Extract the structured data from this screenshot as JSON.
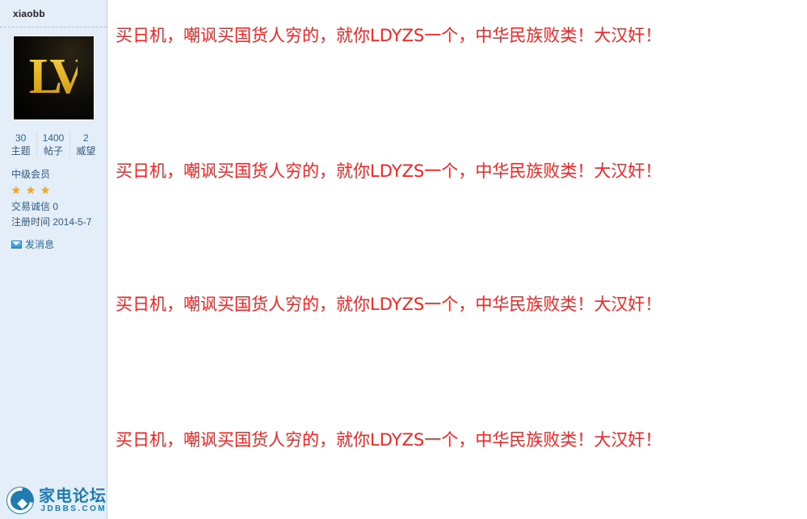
{
  "author": {
    "username": "xiaobb",
    "avatar_alt": "louis-vuitton-lv-monogram",
    "avatar_text": "LV",
    "stats": [
      {
        "value": "30",
        "label": "主题"
      },
      {
        "value": "1400",
        "label": "帖子"
      },
      {
        "value": "2",
        "label": "威望"
      }
    ],
    "rank": "中级会员",
    "stars": 3,
    "star_glyph": "★",
    "credit_label": "交易诚信",
    "credit_value": "0",
    "register_label": "注册时间",
    "register_value": "2014-5-7",
    "message_link": "发消息"
  },
  "post": {
    "lines": [
      "买日机，嘲讽买国货人穷的，就你LDYZS一个，中华民族败类！大汉奸！",
      "买日机，嘲讽买国货人穷的，就你LDYZS一个，中华民族败类！大汉奸！",
      "买日机，嘲讽买国货人穷的，就你LDYZS一个，中华民族败类！大汉奸！",
      "买日机，嘲讽买国货人穷的，就你LDYZS一个，中华民族败类！大汉奸！"
    ],
    "text_color": "#ff2020"
  },
  "watermark": {
    "name_cn": "家电论坛",
    "name_en": "JDBBS.COM",
    "color": "#1f7bb0"
  }
}
